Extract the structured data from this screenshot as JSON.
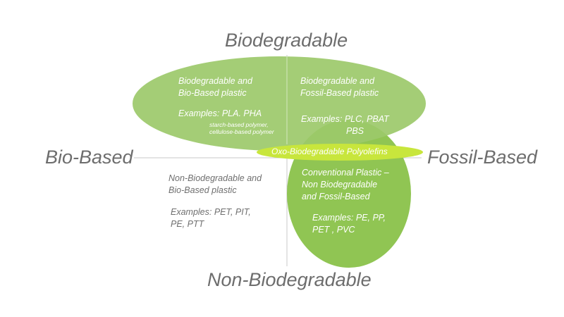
{
  "axes": {
    "top": "Biodegradable",
    "bottom": "Non-Biodegradable",
    "left": "Bio-Based",
    "right": "Fossil-Based"
  },
  "quadrants": {
    "top_left": {
      "title_line1": "Biodegradable and",
      "title_line2": "Bio-Based plastic",
      "examples": "Examples: PLA. PHA",
      "note_line1": "starch-based polymer,",
      "note_line2": "cellulose-based polymer"
    },
    "top_right": {
      "title_line1": "Biodegradable and",
      "title_line2": "Fossil-Based plastic",
      "examples_line1": "Examples: PLC, PBAT",
      "examples_line2": "PBS"
    },
    "bottom_left": {
      "title_line1": "Non-Biodegradable and",
      "title_line2": "Bio-Based plastic",
      "examples_line1": "Examples: PET, PIT,",
      "examples_line2": "PE, PTT"
    },
    "bottom_right": {
      "title_line1": "Conventional Plastic –",
      "title_line2": "Non Biodegradable",
      "title_line3": "and Fossil-Based",
      "examples_line1": "Examples: PE, PP,",
      "examples_line2": "PET , PVC"
    }
  },
  "band_label": "Oxo-Biodegradable Polyolefins",
  "colors": {
    "ellipse_top": "#9cc96a",
    "ellipse_bottom": "#8ac24a",
    "band": "#c8e63c",
    "axis_line": "#c8c8c8",
    "axis_text": "#6d6d6d"
  }
}
